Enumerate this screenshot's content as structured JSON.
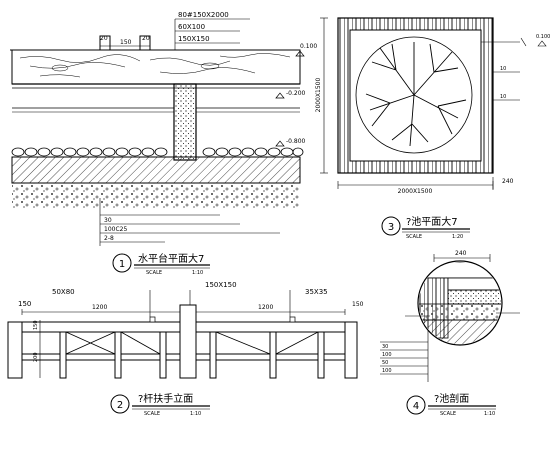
{
  "deck_section": {
    "callout_lines": [
      "80#150X2000",
      "60X100",
      "150X150"
    ],
    "dims_top": [
      "20",
      "150",
      "20"
    ],
    "levels": [
      "0.100",
      "-0.200",
      "-0.800"
    ],
    "layer_notes": [
      "",
      "30",
      "100C25",
      "2-8"
    ]
  },
  "title_1": {
    "number": "1",
    "label": "水平台平面大7",
    "scale_word": "SCALE",
    "scale_value": "1:10"
  },
  "planter_plan": {
    "side_labels": [
      "",
      "10",
      "10"
    ],
    "dim_bottom": "2000X1500",
    "dim_side": "2000X1500",
    "dim_small": "240",
    "dim_levels": [
      "0.100"
    ]
  },
  "title_3": {
    "number": "3",
    "label": "?池平面大7",
    "scale_word": "SCALE",
    "scale_value": "1:20"
  },
  "railing": {
    "dims_top": [
      "50X80",
      "150X150",
      "35X35",
      "150"
    ],
    "dims_span": [
      "1200",
      "1200",
      "150"
    ],
    "left_dims": [
      "150",
      "200"
    ]
  },
  "title_2": {
    "number": "2",
    "label": "?杆扶手立面",
    "scale_word": "SCALE",
    "scale_value": "1:10"
  },
  "planter_section": {
    "dim_top": "240",
    "left_note": "",
    "right_note": "",
    "layers": [
      "",
      "30",
      "100",
      "50",
      "100"
    ]
  },
  "title_4": {
    "number": "4",
    "label": "?池剖面",
    "scale_word": "SCALE",
    "scale_value": "1:10"
  }
}
